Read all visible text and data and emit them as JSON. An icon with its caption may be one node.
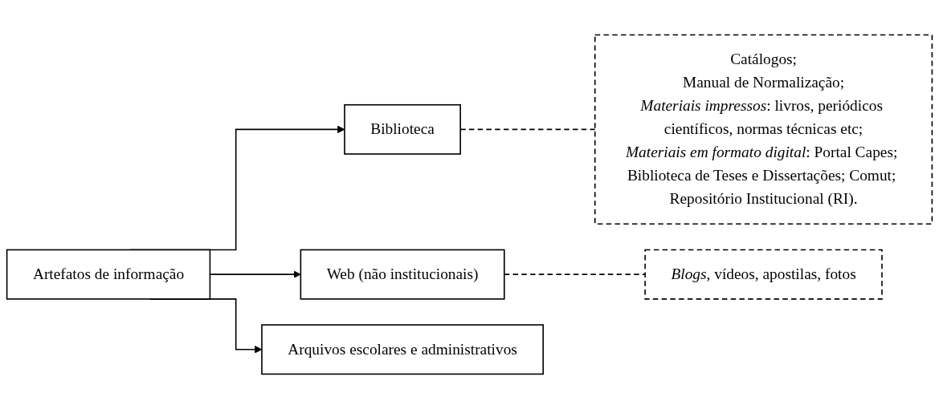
{
  "diagram": {
    "nodes": [
      {
        "text": [
          "Artefatos de informação"
        ]
      },
      {
        "text": [
          "Biblioteca"
        ]
      },
      {
        "text": [
          "Catálogos;",
          "Manual de Normalização;",
          "*Materiais impressos*: livros, periódicos científicos, normas técnicas etc;",
          "*Materiais em formato digital*: Portal Capes; Biblioteca de Teses e Dissertações; Comut; Repositório Institucional (RI)."
        ]
      },
      {
        "text": [
          "Web (não institucionais)"
        ]
      },
      {
        "text": [
          "*Blogs*, vídeos, apostilas, fotos"
        ]
      },
      {
        "text": [
          "Arquivos escolares e administrativos"
        ]
      }
    ],
    "edges": [
      {
        "from": 0,
        "to": 1,
        "arrow": "to"
      },
      {
        "from": 1,
        "to": 2,
        "arrow": "none",
        "style": "dashed"
      },
      {
        "from": 0,
        "to": 3,
        "arrow": "to"
      },
      {
        "from": 3,
        "to": 4,
        "arrow": "none",
        "style": "dashed"
      },
      {
        "from": 0,
        "to": 5,
        "arrow": "to"
      }
    ]
  }
}
